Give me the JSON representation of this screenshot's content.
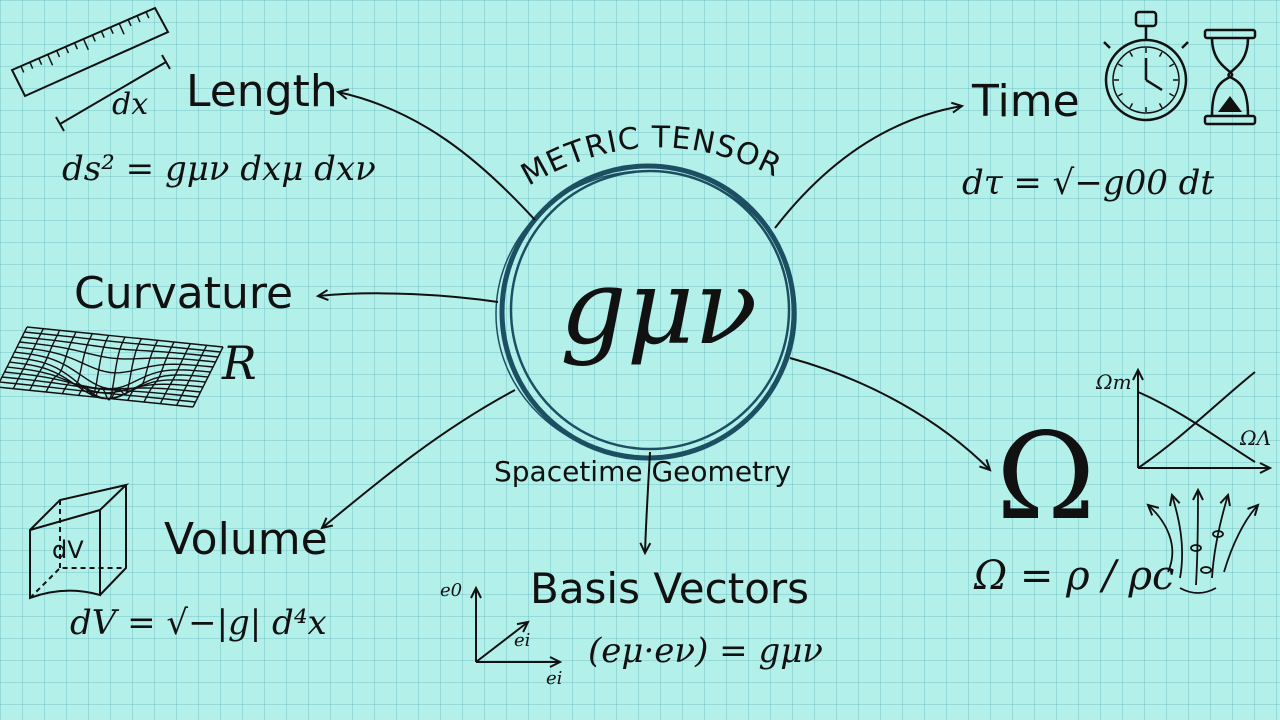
{
  "center": {
    "symbol": "gμν",
    "arc_label": "METRIC TENSOR",
    "subtitle": "Spacetime Geometry"
  },
  "length": {
    "title": "Length",
    "tool_label": "dx",
    "formula": "ds² = gμν dxμ dxν"
  },
  "time": {
    "title": "Time",
    "formula": "dτ = √−g00 dt"
  },
  "curvature": {
    "title": "Curvature",
    "symbol": "R"
  },
  "volume": {
    "title": "Volume",
    "box_label": "dV",
    "formula": "dV = √−|g| d⁴x"
  },
  "basis": {
    "title": "Basis Vectors",
    "axis_top": "e0",
    "axis_mid": "ei",
    "axis_right": "ei",
    "formula": "(eμ·eν) = gμν"
  },
  "omega": {
    "symbol": "Ω",
    "formula": "Ω = ρ / ρc",
    "graph_label_m": "Ωm",
    "graph_label_l": "ΩΛ"
  },
  "icons": [
    "ruler-icon",
    "stopwatch-icon",
    "hourglass-icon",
    "curved-grid-icon",
    "volume-box-icon",
    "axes-icon",
    "density-graph-icon",
    "expansion-icon"
  ],
  "colors": {
    "background": "#b4f0ea",
    "ink": "#111111",
    "circle": "#1d4f63"
  }
}
